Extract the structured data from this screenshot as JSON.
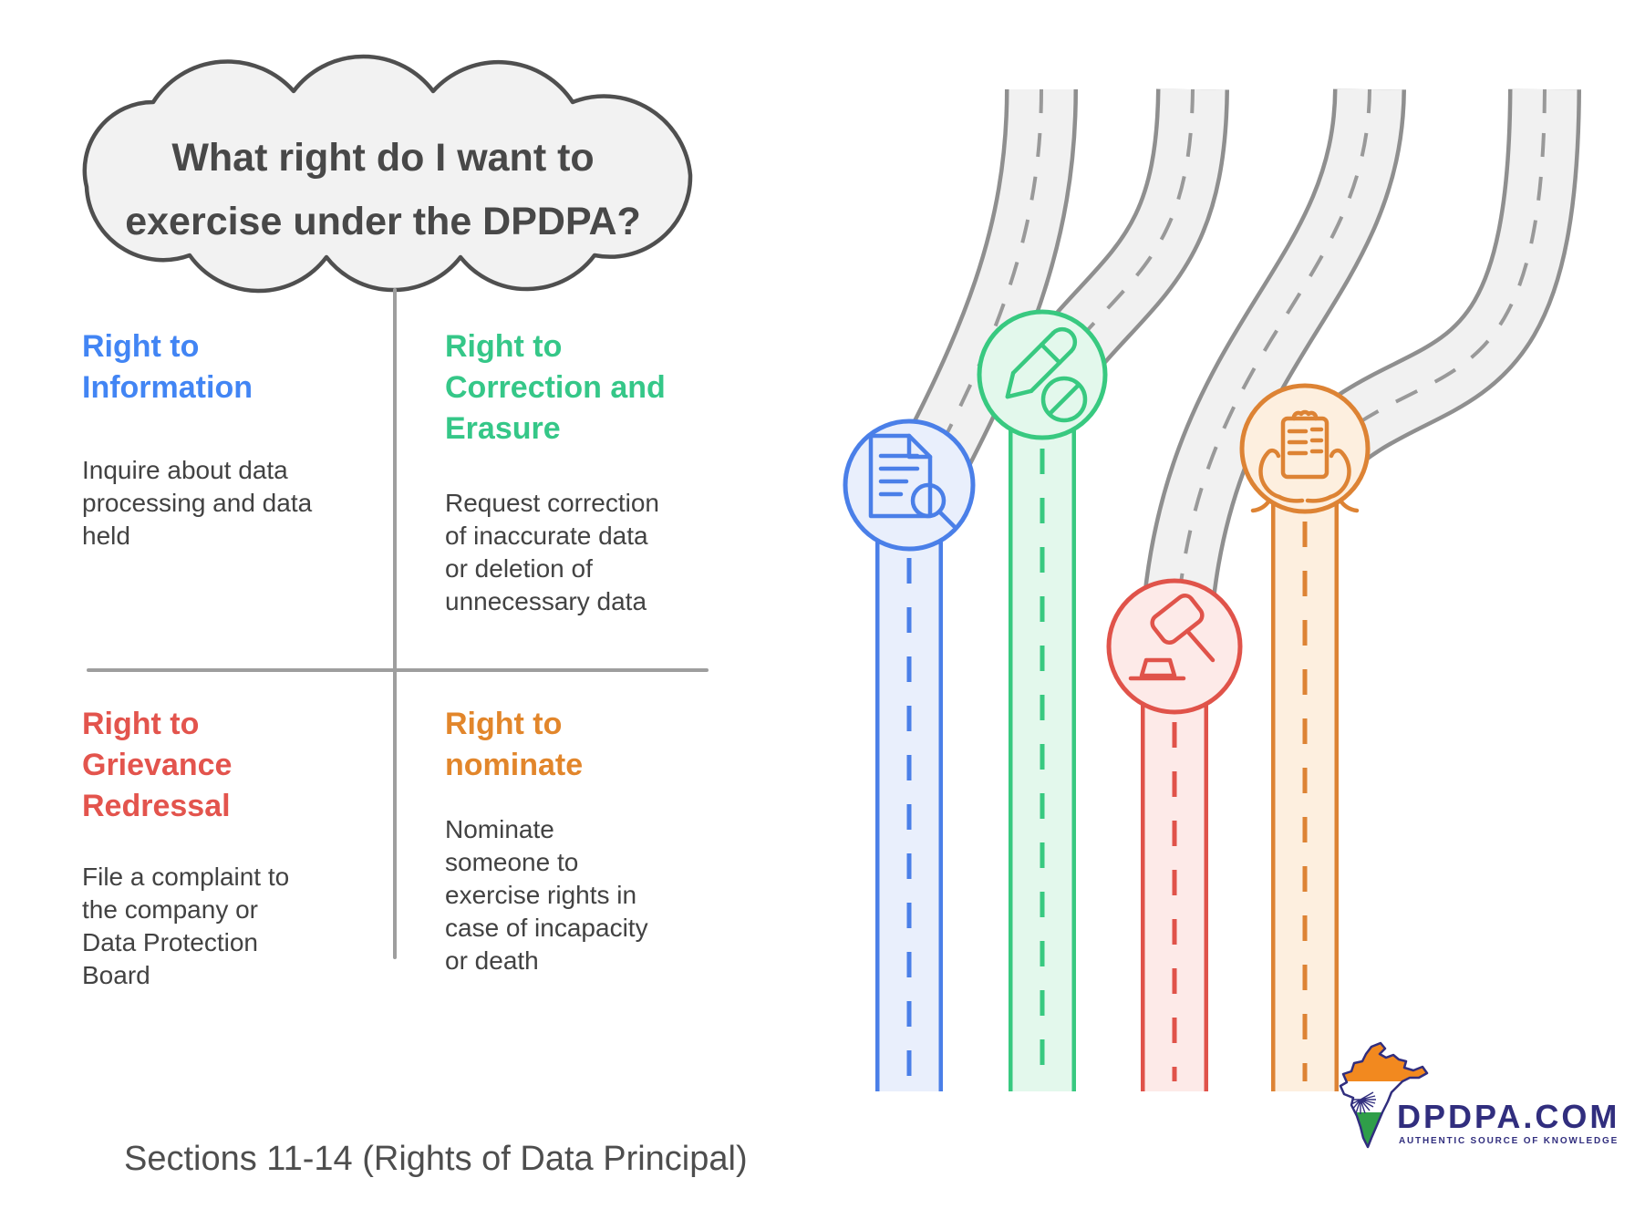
{
  "bubble": {
    "text": "What right do I want to exercise under the DPDPA?"
  },
  "quadrants": [
    {
      "id": "information",
      "heading": "Right to Information",
      "body": "Inquire about data processing and data held",
      "color": "#4285f4",
      "icon": "document-search-icon"
    },
    {
      "id": "correction-erasure",
      "heading": "Right to Correction and Erasure",
      "body": "Request correction of inaccurate data or deletion of unnecessary data",
      "color": "#35c788",
      "icon": "pencil-erase-icon"
    },
    {
      "id": "grievance-redressal",
      "heading": "Right to Grievance Redressal",
      "body": "File a complaint to the company or Data Protection Board",
      "color": "#e3544d",
      "icon": "gavel-icon"
    },
    {
      "id": "nominate",
      "heading": "Right to nominate",
      "body": "Nominate someone to exercise rights in case of incapacity or death",
      "color": "#e2862b",
      "icon": "hands-clipboard-icon"
    }
  ],
  "roads": {
    "gray_fill": "#f1f1f1",
    "gray_border": "#8f8f8f",
    "lane_colors": [
      "#4a7fe8",
      "#38c980",
      "#e0534a",
      "#dd8334"
    ],
    "lane_fills": [
      "#e9effc",
      "#e3f8ec",
      "#fdeae8",
      "#fdefdf"
    ]
  },
  "footer": {
    "caption": "Sections 11-14 (Rights of Data Principal)"
  },
  "logo": {
    "brand": "DPDPA.COM",
    "tagline": "AUTHENTIC SOURCE OF KNOWLEDGE",
    "navy": "#312e7e",
    "saffron": "#f2891f",
    "green": "#2f9e49"
  }
}
